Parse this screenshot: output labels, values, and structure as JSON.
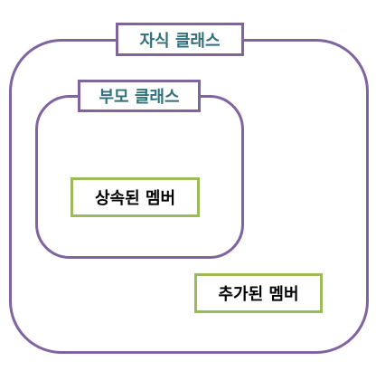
{
  "diagram": {
    "child_class_label": "자식 클래스",
    "parent_class_label": "부모 클래스",
    "inherited_member_label": "상속된 멤버",
    "added_member_label": "추가된 멤버",
    "colors": {
      "class_border": "#8064a2",
      "member_border": "#9bbb59",
      "class_label_text": "#31707a",
      "member_label_text": "#000000"
    }
  }
}
